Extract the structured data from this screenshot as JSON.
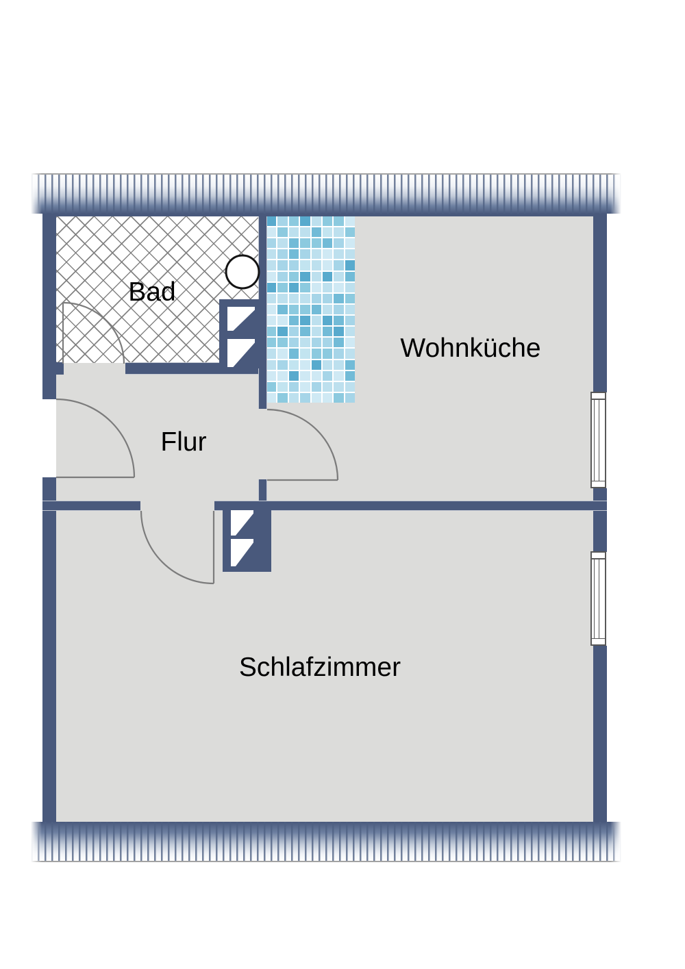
{
  "floorplan": {
    "type": "apartment-floor-plan",
    "rooms": [
      {
        "id": "bad",
        "label": "Bad"
      },
      {
        "id": "wohnkueche",
        "label": "Wohnküche"
      },
      {
        "id": "flur",
        "label": "Flur"
      },
      {
        "id": "schlafzimmer",
        "label": "Schlafzimmer"
      }
    ],
    "features": {
      "doors": [
        "entrance-door",
        "bad-door",
        "wohnkueche-door",
        "schlafzimmer-door"
      ],
      "windows": [
        "wohnkueche-window",
        "schlafzimmer-window"
      ],
      "fixtures": [
        "washbasin",
        "shaft-bad",
        "shaft-schlafzimmer"
      ],
      "floor_finishes": [
        "bath-cross-hatch",
        "kitchen-mosaic-tiles"
      ],
      "roof_hatch": [
        "top-band",
        "bottom-band"
      ]
    },
    "colors": {
      "wall": "#49597c",
      "wall_light": "#77879f",
      "floor": "#dcdcda",
      "hatch_line": "#7d7d7d",
      "door_line": "#7c7c7c",
      "window_frame": "#585858",
      "band_stripe": "#4e6082",
      "band_edge_line": "#a3a3a3",
      "tile_grout": "#ffffff",
      "tile_palette": [
        "#cfe9f4",
        "#bde0ee",
        "#a6d5e8",
        "#8ccadf",
        "#72bbd7",
        "#58aacd",
        "#c2e4f0"
      ]
    }
  }
}
